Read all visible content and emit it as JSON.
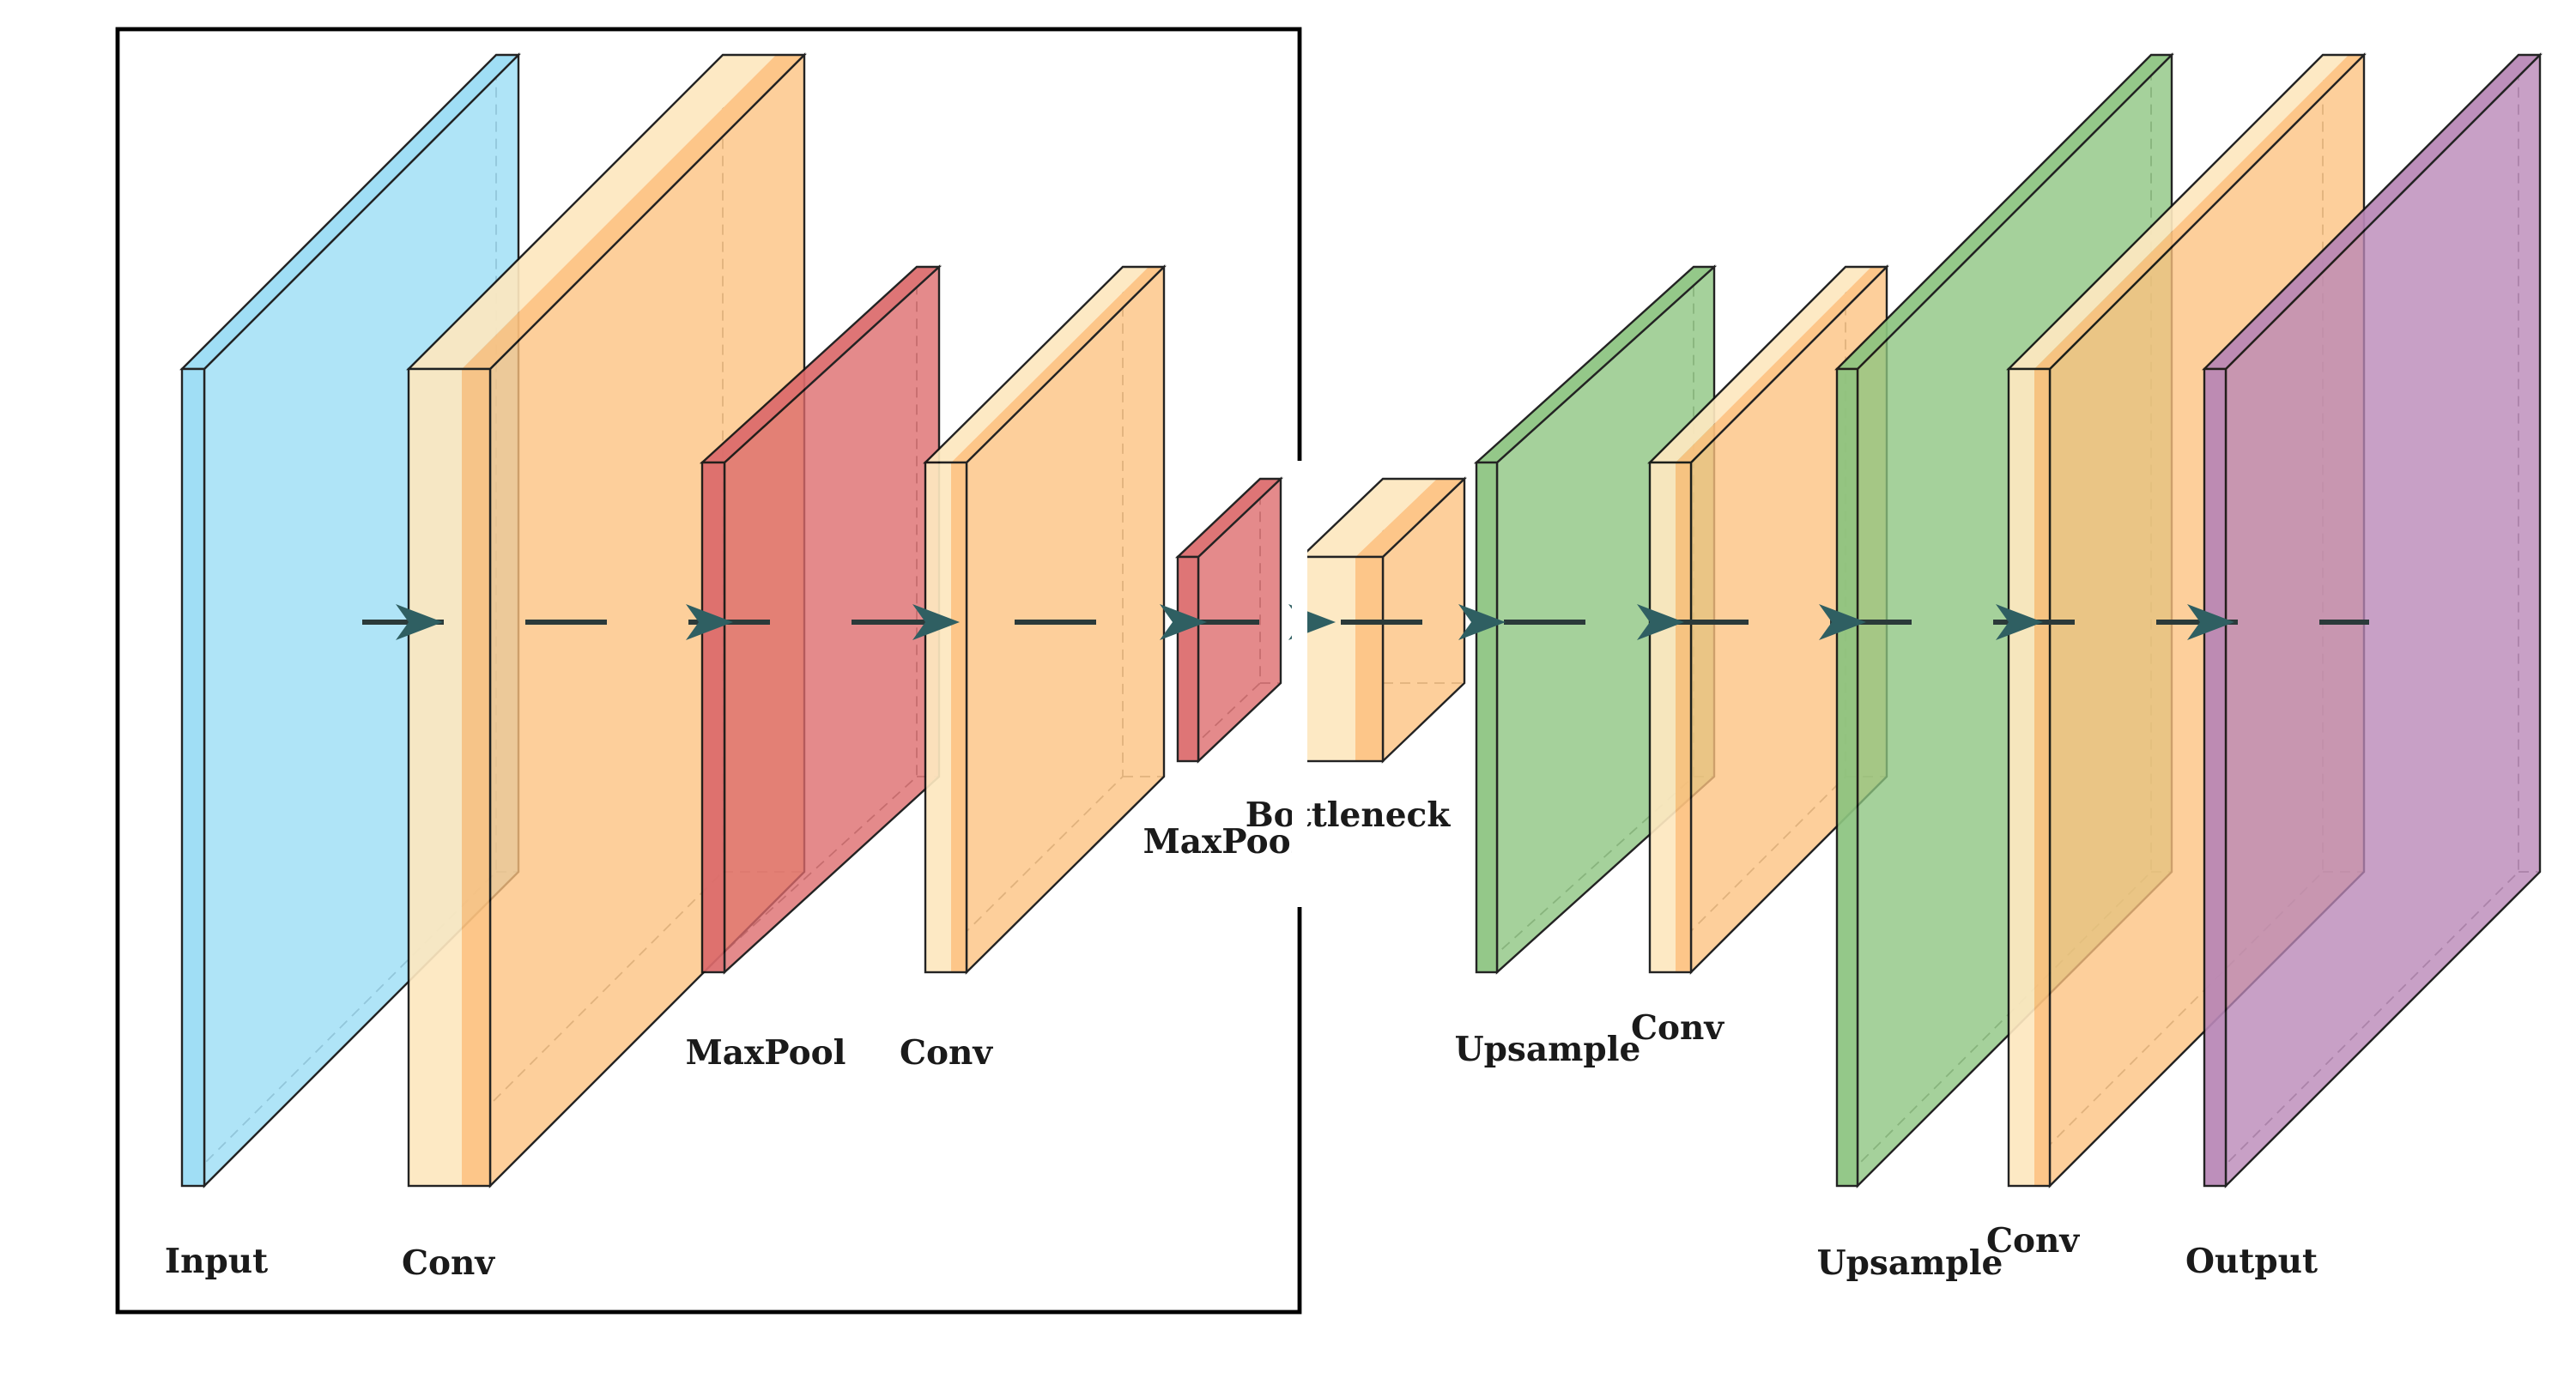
{
  "diagram": {
    "title": "",
    "colors": {
      "input": "#99dcf5",
      "conv_light": "#fde8c0",
      "conv_main": "#fdc27f",
      "pool": "#dc6a6b",
      "upsample": "#8cc47f",
      "output": "#b886b6",
      "arrow": "#2f5f62"
    },
    "layers": [
      {
        "label": "Input",
        "kind": "input"
      },
      {
        "label": "Conv",
        "kind": "conv"
      },
      {
        "label": "MaxPool",
        "kind": "pool"
      },
      {
        "label": "Conv",
        "kind": "conv"
      },
      {
        "label": "MaxPool",
        "kind": "pool"
      },
      {
        "label": "Bottleneck",
        "kind": "conv"
      },
      {
        "label": "Upsample",
        "kind": "upsample"
      },
      {
        "label": "Conv",
        "kind": "conv"
      },
      {
        "label": "Upsample",
        "kind": "upsample"
      },
      {
        "label": "Conv",
        "kind": "conv"
      },
      {
        "label": "Output",
        "kind": "output"
      }
    ],
    "connections": [
      [
        0,
        1
      ],
      [
        1,
        2
      ],
      [
        2,
        3
      ],
      [
        3,
        4
      ],
      [
        4,
        5
      ],
      [
        5,
        6
      ],
      [
        6,
        7
      ],
      [
        7,
        8
      ],
      [
        8,
        9
      ],
      [
        9,
        10
      ]
    ],
    "encoder_box": {
      "layers_included": [
        0,
        1,
        2,
        3,
        4
      ]
    }
  }
}
